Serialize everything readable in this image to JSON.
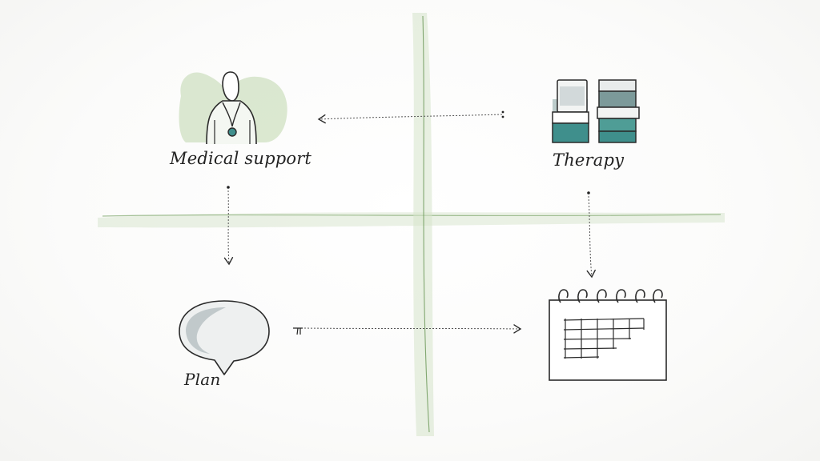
{
  "nodes": {
    "medical_support": {
      "label": "Medical support",
      "icon": "doctor-icon"
    },
    "therapy": {
      "label": "Therapy",
      "icon": "pill-bottles-icon"
    },
    "plan": {
      "label": "Plan",
      "icon": "speech-bubble-icon"
    },
    "schedule": {
      "label": "",
      "icon": "calendar-icon"
    }
  },
  "colors": {
    "ink": "#2a2a2a",
    "wash_green": "#cfe0c2",
    "axis_green": "#6f9a5c",
    "teal": "#3f8f8c"
  }
}
